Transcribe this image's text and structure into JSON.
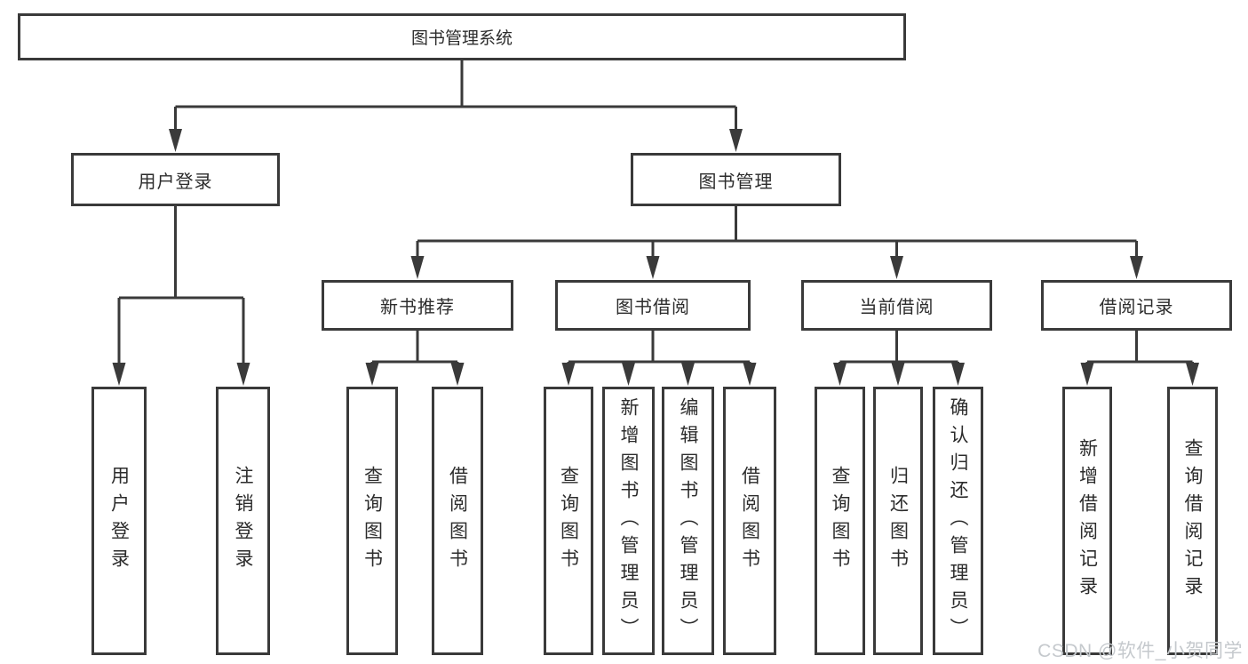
{
  "tree": {
    "root": {
      "label": "图书管理系统"
    },
    "level2": [
      {
        "label": "用户登录"
      },
      {
        "label": "图书管理"
      }
    ],
    "level3": [
      {
        "label": "新书推荐"
      },
      {
        "label": "图书借阅"
      },
      {
        "label": "当前借阅"
      },
      {
        "label": "借阅记录"
      }
    ],
    "leaves": [
      {
        "group": "用户登录",
        "label": "用户登录"
      },
      {
        "group": "用户登录",
        "label": "注销登录"
      },
      {
        "group": "新书推荐",
        "label": "查询图书"
      },
      {
        "group": "新书推荐",
        "label": "借阅图书"
      },
      {
        "group": "图书借阅",
        "label": "查询图书"
      },
      {
        "group": "图书借阅",
        "label": "新增图书（管理员）"
      },
      {
        "group": "图书借阅",
        "label": "编辑图书（管理员）"
      },
      {
        "group": "图书借阅",
        "label": "借阅图书"
      },
      {
        "group": "当前借阅",
        "label": "查询图书"
      },
      {
        "group": "当前借阅",
        "label": "归还图书"
      },
      {
        "group": "当前借阅",
        "label": "确认归还（管理员）"
      },
      {
        "group": "借阅记录",
        "label": "新增借阅记录"
      },
      {
        "group": "借阅记录",
        "label": "查询借阅记录"
      }
    ]
  },
  "watermark": {
    "text": "CSDN @软件_小贺同学"
  },
  "colors": {
    "line": "#3a3a3a",
    "box_border": "#3a3a3a",
    "text": "#2c2c2c",
    "background": "#ffffff",
    "watermark": "#c5c9cd"
  }
}
